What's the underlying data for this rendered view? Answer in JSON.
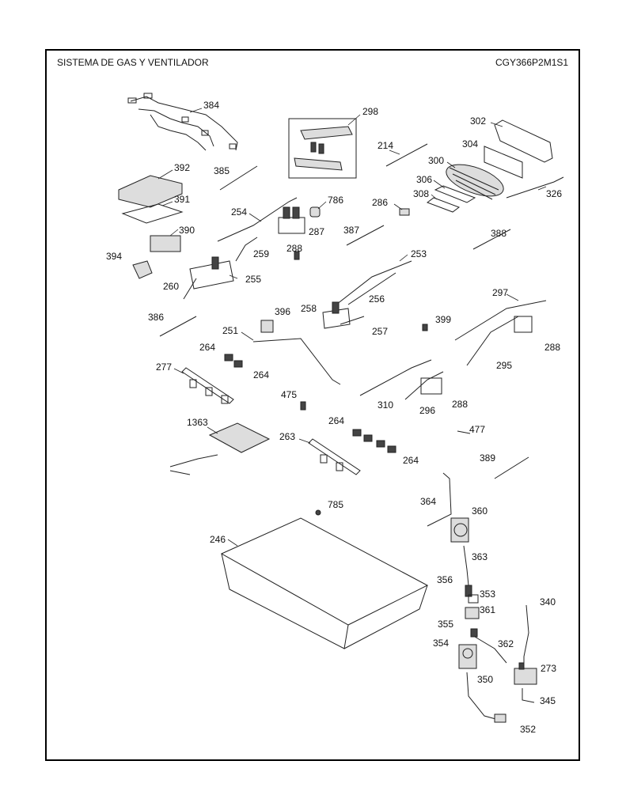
{
  "header": {
    "title": "SISTEMA DE GAS Y VENTILADOR",
    "model": "CGY366P2M1S1"
  },
  "part_labels": [
    {
      "id": "p384",
      "text": "384"
    },
    {
      "id": "p298",
      "text": "298"
    },
    {
      "id": "p302",
      "text": "302"
    },
    {
      "id": "p214",
      "text": "214"
    },
    {
      "id": "p304",
      "text": "304"
    },
    {
      "id": "p300",
      "text": "300"
    },
    {
      "id": "p392",
      "text": "392"
    },
    {
      "id": "p385",
      "text": "385"
    },
    {
      "id": "p306",
      "text": "306"
    },
    {
      "id": "p308",
      "text": "308"
    },
    {
      "id": "p326",
      "text": "326"
    },
    {
      "id": "p391",
      "text": "391"
    },
    {
      "id": "p786",
      "text": "786"
    },
    {
      "id": "p286",
      "text": "286"
    },
    {
      "id": "p254",
      "text": "254"
    },
    {
      "id": "p387",
      "text": "387"
    },
    {
      "id": "p390",
      "text": "390"
    },
    {
      "id": "p287",
      "text": "287"
    },
    {
      "id": "p388a",
      "text": "388"
    },
    {
      "id": "p288a",
      "text": "288"
    },
    {
      "id": "p394",
      "text": "394"
    },
    {
      "id": "p259",
      "text": "259"
    },
    {
      "id": "p253",
      "text": "253"
    },
    {
      "id": "p255",
      "text": "255"
    },
    {
      "id": "p260",
      "text": "260"
    },
    {
      "id": "p256",
      "text": "256"
    },
    {
      "id": "p297",
      "text": "297"
    },
    {
      "id": "p396",
      "text": "396"
    },
    {
      "id": "p258",
      "text": "258"
    },
    {
      "id": "p386",
      "text": "386"
    },
    {
      "id": "p399",
      "text": "399"
    },
    {
      "id": "p251",
      "text": "251"
    },
    {
      "id": "p257",
      "text": "257"
    },
    {
      "id": "p288b",
      "text": "288"
    },
    {
      "id": "p264a",
      "text": "264"
    },
    {
      "id": "p295",
      "text": "295"
    },
    {
      "id": "p277",
      "text": "277"
    },
    {
      "id": "p264b",
      "text": "264"
    },
    {
      "id": "p475",
      "text": "475"
    },
    {
      "id": "p310",
      "text": "310"
    },
    {
      "id": "p296",
      "text": "296"
    },
    {
      "id": "p288c",
      "text": "288"
    },
    {
      "id": "p264c",
      "text": "264"
    },
    {
      "id": "p1363",
      "text": "1363"
    },
    {
      "id": "p477",
      "text": "477"
    },
    {
      "id": "p263",
      "text": "263"
    },
    {
      "id": "p264d",
      "text": "264"
    },
    {
      "id": "p389",
      "text": "389"
    },
    {
      "id": "p785",
      "text": "785"
    },
    {
      "id": "p364",
      "text": "364"
    },
    {
      "id": "p360",
      "text": "360"
    },
    {
      "id": "p246",
      "text": "246"
    },
    {
      "id": "p363",
      "text": "363"
    },
    {
      "id": "p356",
      "text": "356"
    },
    {
      "id": "p353",
      "text": "353"
    },
    {
      "id": "p340",
      "text": "340"
    },
    {
      "id": "p361",
      "text": "361"
    },
    {
      "id": "p355",
      "text": "355"
    },
    {
      "id": "p362",
      "text": "362"
    },
    {
      "id": "p354",
      "text": "354"
    },
    {
      "id": "p273",
      "text": "273"
    },
    {
      "id": "p350",
      "text": "350"
    },
    {
      "id": "p345",
      "text": "345"
    },
    {
      "id": "p352",
      "text": "352"
    }
  ]
}
